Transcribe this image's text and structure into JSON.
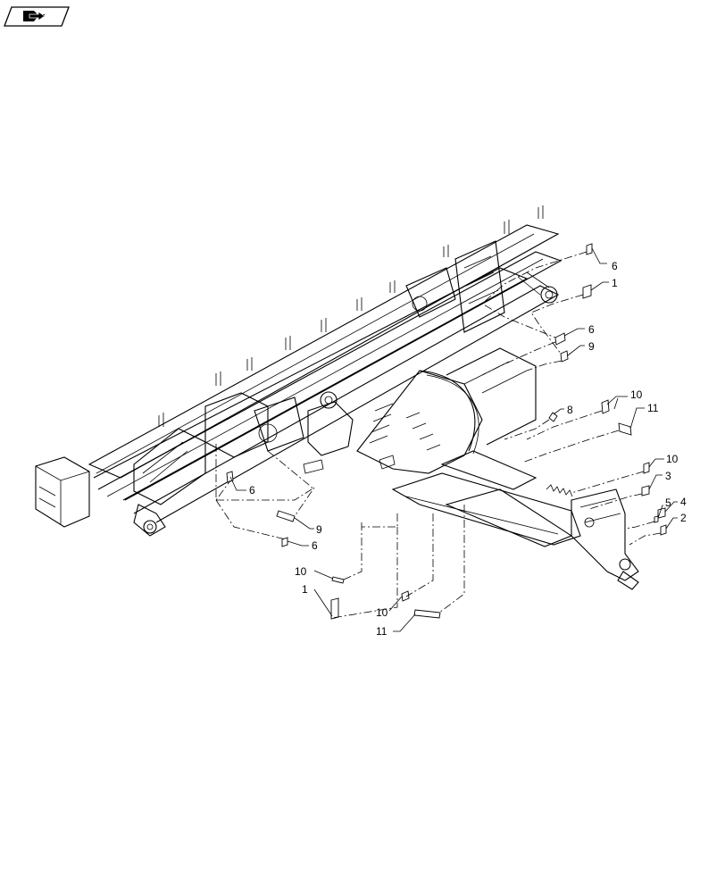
{
  "nav_icon": {
    "name": "page-forward-icon"
  },
  "callouts": [
    {
      "id": "c-6a",
      "text": "6"
    },
    {
      "id": "c-1a",
      "text": "1"
    },
    {
      "id": "c-6b",
      "text": "6"
    },
    {
      "id": "c-9a",
      "text": "9"
    },
    {
      "id": "c-8",
      "text": "8"
    },
    {
      "id": "c-10a",
      "text": "10"
    },
    {
      "id": "c-11a",
      "text": "11"
    },
    {
      "id": "c-10b",
      "text": "10"
    },
    {
      "id": "c-3",
      "text": "3"
    },
    {
      "id": "c-4",
      "text": "4"
    },
    {
      "id": "c-5",
      "text": "5"
    },
    {
      "id": "c-2",
      "text": "2"
    },
    {
      "id": "c-6c",
      "text": "6"
    },
    {
      "id": "c-9b",
      "text": "9"
    },
    {
      "id": "c-6d",
      "text": "6"
    },
    {
      "id": "c-10c",
      "text": "10"
    },
    {
      "id": "c-1b",
      "text": "1"
    },
    {
      "id": "c-10d",
      "text": "10"
    },
    {
      "id": "c-11b",
      "text": "11"
    }
  ]
}
